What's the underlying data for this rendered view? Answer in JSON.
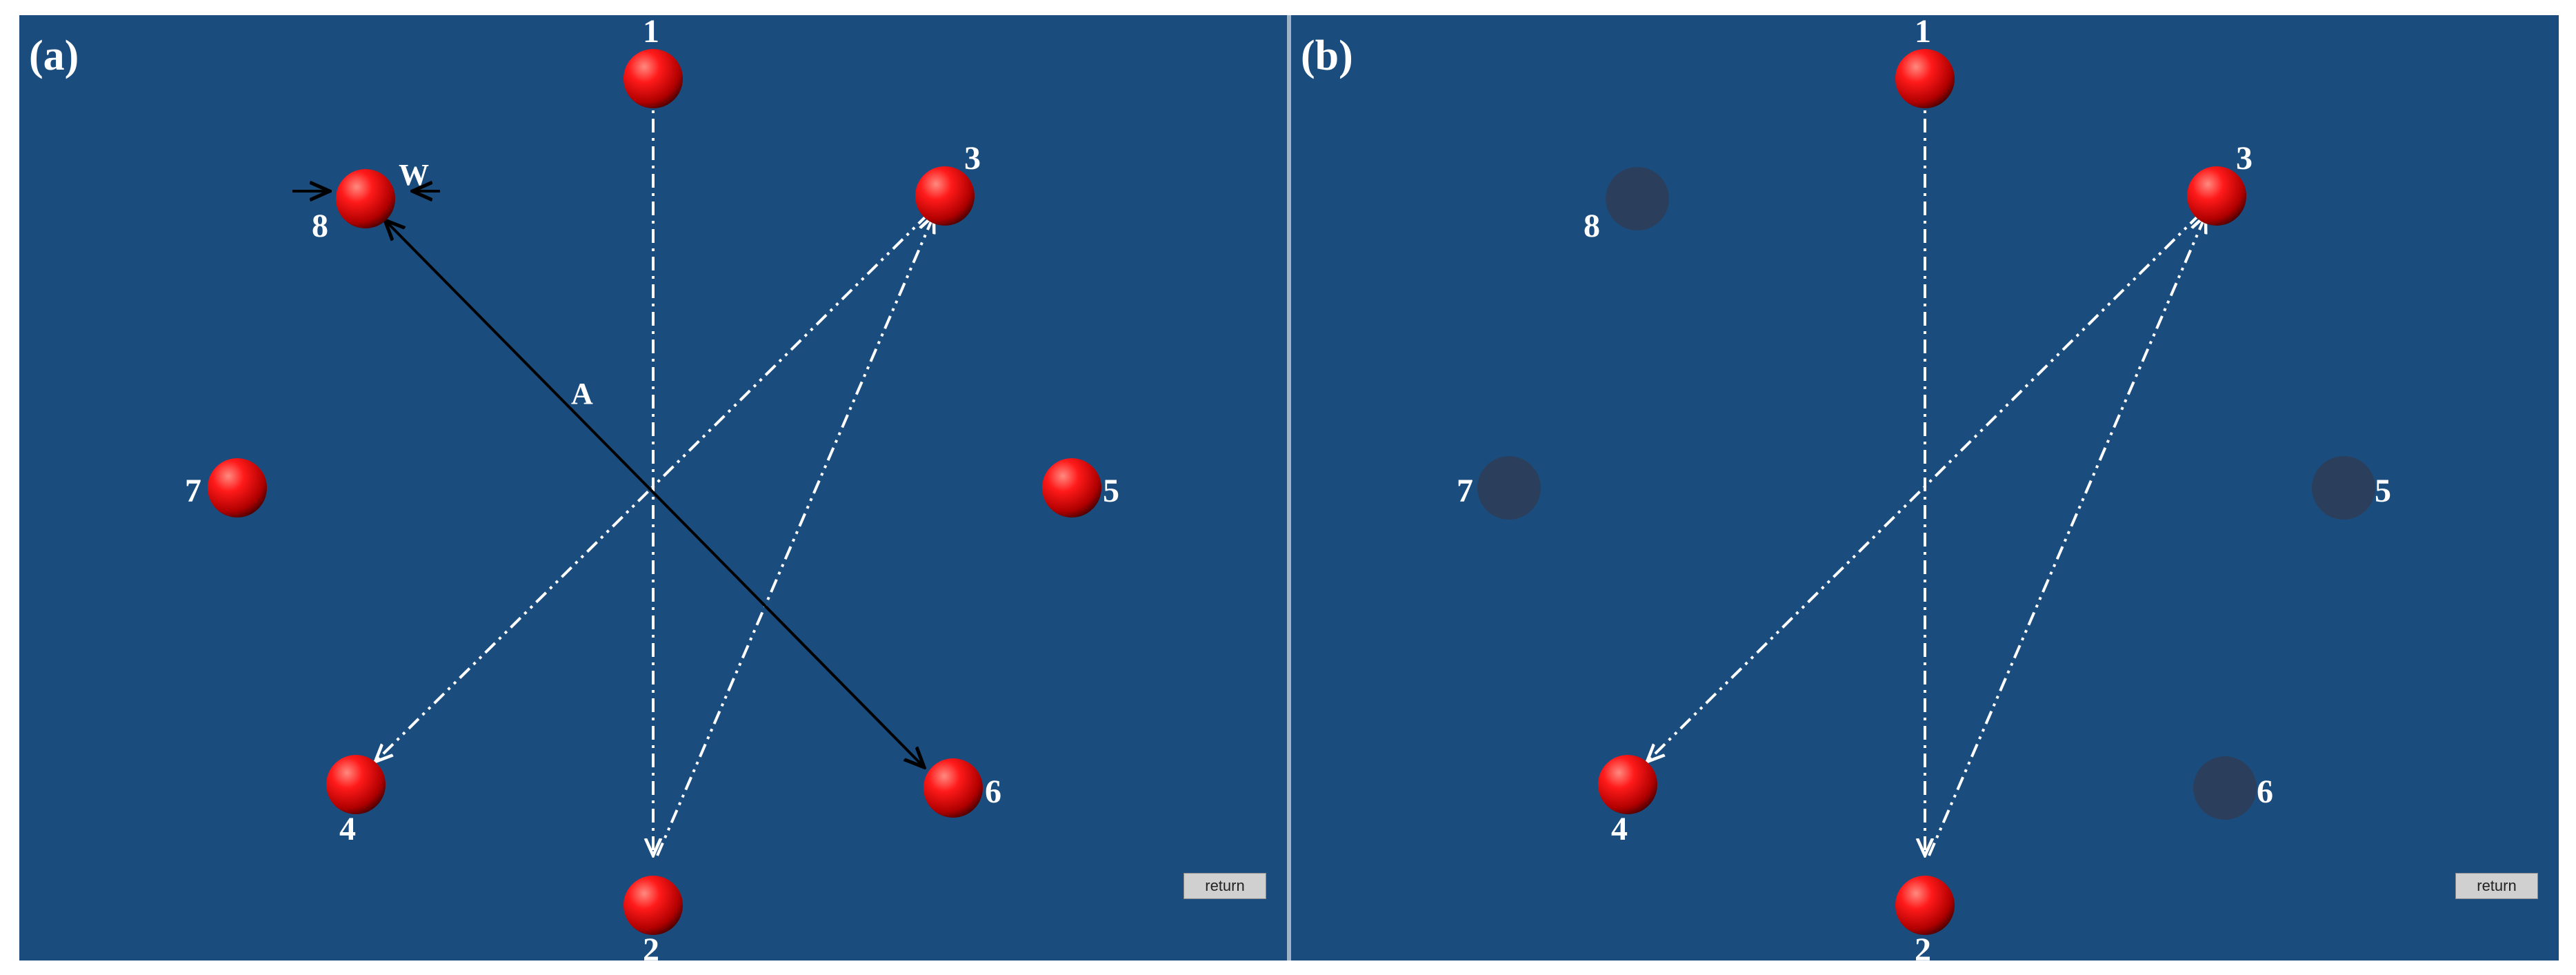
{
  "panels": [
    {
      "label": "(a)",
      "return_label": "return",
      "annotations": {
        "width": "W",
        "amplitude": "A"
      },
      "targets": [
        {
          "label": "1",
          "state": "active"
        },
        {
          "label": "2",
          "state": "active"
        },
        {
          "label": "3",
          "state": "active"
        },
        {
          "label": "4",
          "state": "active"
        },
        {
          "label": "5",
          "state": "active"
        },
        {
          "label": "6",
          "state": "active"
        },
        {
          "label": "7",
          "state": "active"
        },
        {
          "label": "8",
          "state": "active"
        }
      ]
    },
    {
      "label": "(b)",
      "return_label": "return",
      "targets": [
        {
          "label": "1",
          "state": "active"
        },
        {
          "label": "2",
          "state": "active"
        },
        {
          "label": "3",
          "state": "active"
        },
        {
          "label": "4",
          "state": "active"
        },
        {
          "label": "5",
          "state": "inactive"
        },
        {
          "label": "6",
          "state": "inactive"
        },
        {
          "label": "7",
          "state": "inactive"
        },
        {
          "label": "8",
          "state": "inactive"
        }
      ]
    }
  ],
  "colors": {
    "background": "#1a4d7e",
    "target_active": "#e8000b",
    "target_inactive": "#2b3f5c",
    "path_line": "#ffffff",
    "amplitude_line": "#000000"
  }
}
